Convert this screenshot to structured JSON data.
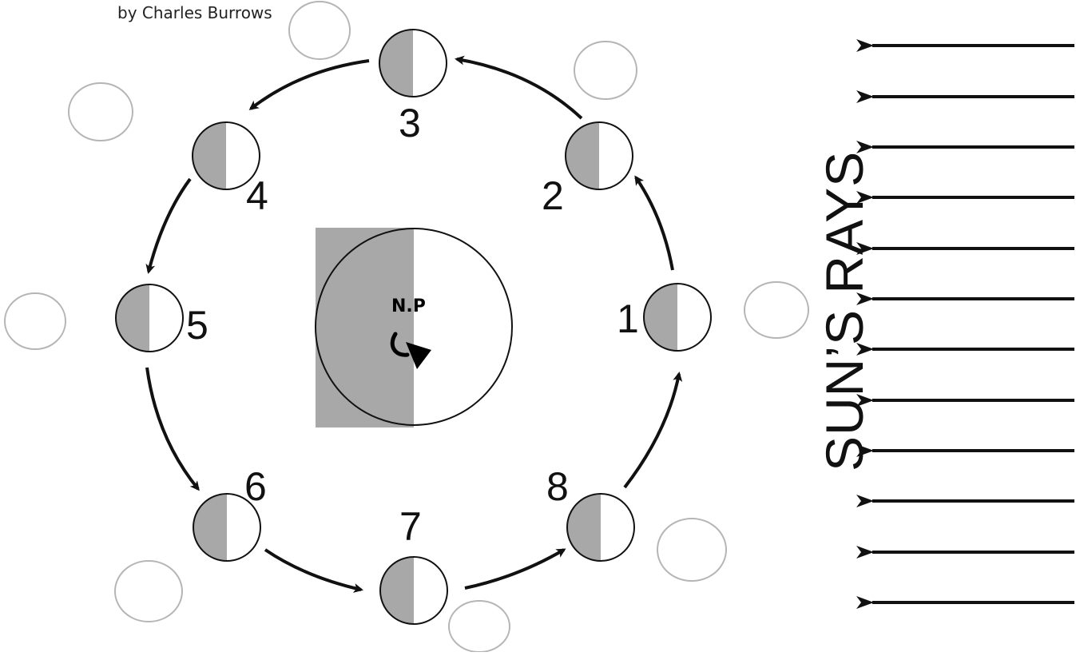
{
  "credit": "by Charles Burrows",
  "sun_label": "SUN’S RAYS",
  "earth": {
    "label": "N.P"
  },
  "phase_numbers": [
    "1",
    "2",
    "3",
    "4",
    "5",
    "6",
    "7",
    "8"
  ],
  "colors": {
    "shade": "#a8a8a8",
    "light": "#ffffff",
    "ink": "#111111",
    "sketch": "#b5b5b5"
  }
}
